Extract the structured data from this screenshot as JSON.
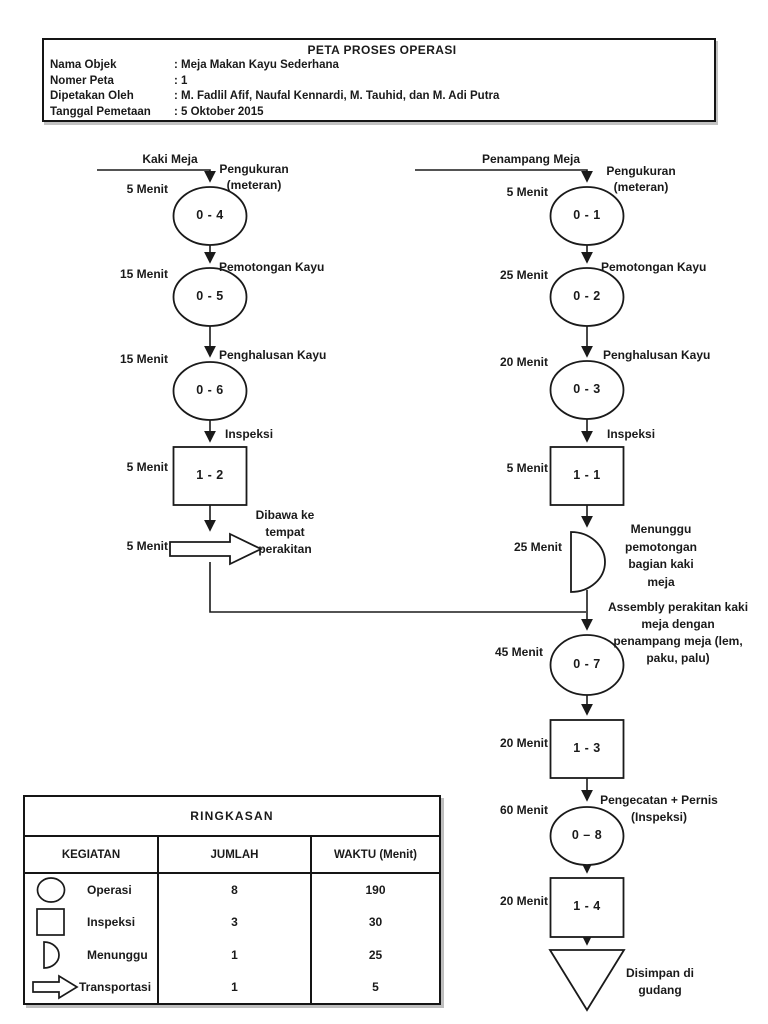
{
  "header": {
    "title": "PETA PROSES OPERASI",
    "fields": [
      {
        "label": "Nama Objek",
        "value": ": Meja Makan Kayu Sederhana"
      },
      {
        "label": "Nomer Peta",
        "value": ": 1"
      },
      {
        "label": "Dipetakan Oleh",
        "value": ": M. Fadlil Afif, Naufal Kennardi, M. Tauhid, dan M. Adi Putra"
      },
      {
        "label": "Tanggal Pemetaan",
        "value": ": 5 Oktober 2015"
      }
    ]
  },
  "diagram": {
    "left_branch": {
      "material": "Kaki Meja",
      "steps": [
        {
          "time": "5 Menit",
          "desc": "Pengukuran\n(meteran)",
          "id": "0 - 4",
          "shape": "operation"
        },
        {
          "time": "15 Menit",
          "desc": "Pemotongan Kayu",
          "id": "0 - 5",
          "shape": "operation"
        },
        {
          "time": "15 Menit",
          "desc": "Penghalusan Kayu",
          "id": "0 - 6",
          "shape": "operation"
        },
        {
          "time": "5 Menit",
          "desc": "Inspeksi",
          "id": "1 - 2",
          "shape": "inspection"
        },
        {
          "time": "5 Menit",
          "desc": "Dibawa ke\ntempat\nperakitan",
          "shape": "transport"
        }
      ]
    },
    "right_branch": {
      "material": "Penampang Meja",
      "steps": [
        {
          "time": "5 Menit",
          "desc": "Pengukuran\n(meteran)",
          "id": "0 - 1",
          "shape": "operation"
        },
        {
          "time": "25 Menit",
          "desc": "Pemotongan Kayu",
          "id": "0 - 2",
          "shape": "operation"
        },
        {
          "time": "20 Menit",
          "desc": "Penghalusan Kayu",
          "id": "0 - 3",
          "shape": "operation"
        },
        {
          "time": "5 Menit",
          "desc": "Inspeksi",
          "id": "1 - 1",
          "shape": "inspection"
        },
        {
          "time": "25 Menit",
          "desc": "Menunggu\npemotongan\nbagian kaki\nmeja",
          "shape": "delay"
        },
        {
          "time": "45 Menit",
          "desc": "Assembly perakitan kaki\nmeja dengan\npenampang meja (lem,\npaku, palu)",
          "id": "0 - 7",
          "shape": "operation"
        },
        {
          "time": "20 Menit",
          "desc": "",
          "id": "1 - 3",
          "shape": "inspection"
        },
        {
          "time": "60 Menit",
          "desc": "Pengecatan + Pernis\n(Inspeksi)",
          "id": "0 – 8",
          "shape": "operation"
        },
        {
          "time": "20 Menit",
          "desc": "",
          "id": "1 - 4",
          "shape": "inspection"
        },
        {
          "desc": "Disimpan di\ngudang",
          "shape": "storage"
        }
      ]
    }
  },
  "summary": {
    "title": "RINGKASAN",
    "columns": [
      "KEGIATAN",
      "JUMLAH",
      "WAKTU (Menit)"
    ],
    "rows": [
      {
        "icon": "operation-circle-icon",
        "kegiatan": "Operasi",
        "jumlah": "8",
        "waktu": "190"
      },
      {
        "icon": "inspection-square-icon",
        "kegiatan": "Inspeksi",
        "jumlah": "3",
        "waktu": "30"
      },
      {
        "icon": "delay-halfcircle-icon",
        "kegiatan": "Menunggu",
        "jumlah": "1",
        "waktu": "25"
      },
      {
        "icon": "transport-arrow-icon",
        "kegiatan": "Transportasi",
        "jumlah": "1",
        "waktu": "5"
      }
    ]
  }
}
